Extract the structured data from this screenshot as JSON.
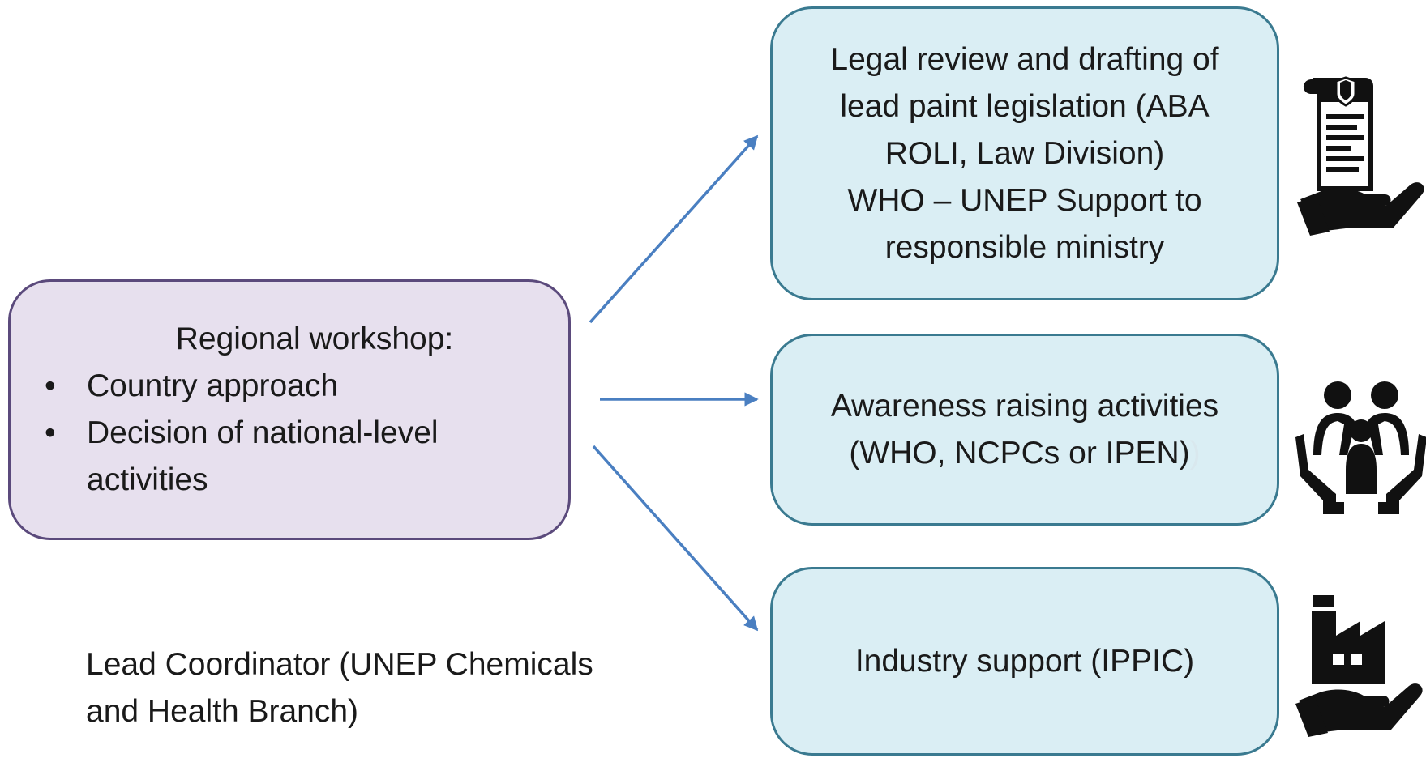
{
  "workshop": {
    "title": "Regional workshop:",
    "bullets": [
      "Country approach",
      "Decision  of national-level activities"
    ]
  },
  "legal": {
    "lines": [
      "Legal review and drafting of",
      "lead paint legislation (ABA",
      "ROLI, Law Division)",
      "WHO – UNEP Support to",
      "responsible ministry"
    ]
  },
  "awareness": {
    "line1": "Awareness raising activities",
    "line2": "(WHO, NCPCs or IPEN)",
    "faint_char": ")"
  },
  "industry": {
    "label": "Industry support (IPPIC)"
  },
  "lead_coordinator": "Lead Coordinator (UNEP Chemicals and Health Branch)",
  "icons": [
    "legislation-hand-icon",
    "family-care-icon",
    "factory-hand-icon"
  ],
  "colors": {
    "workshop_fill": "#e7e0ee",
    "workshop_border": "#5b4a7c",
    "activity_fill": "#daeef4",
    "activity_border": "#3a7a90",
    "arrow": "#4a7fc1"
  }
}
